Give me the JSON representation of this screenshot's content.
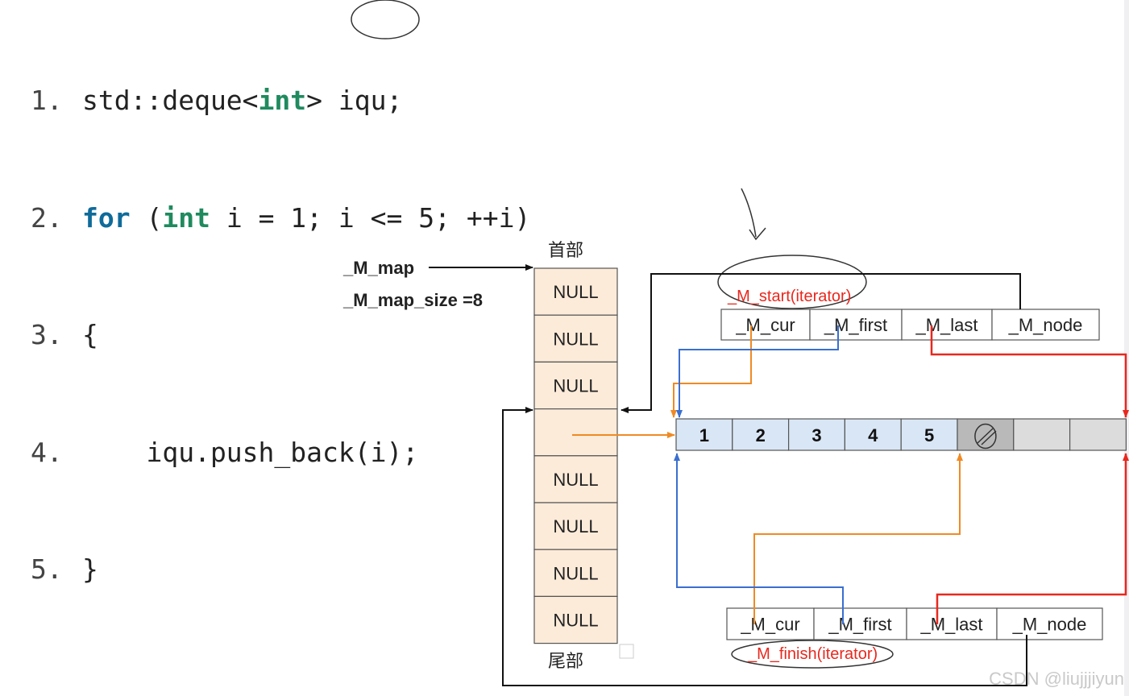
{
  "code": {
    "lines": [
      {
        "num": "1.",
        "parts": [
          {
            "t": "std::deque<",
            "c": ""
          },
          {
            "t": "int",
            "c": "ty"
          },
          {
            "t": "> iqu;",
            "c": ""
          }
        ]
      },
      {
        "num": "2.",
        "parts": [
          {
            "t": "for",
            "c": "kw"
          },
          {
            "t": " (",
            "c": ""
          },
          {
            "t": "int",
            "c": "ty"
          },
          {
            "t": " i = 1; i <= 5; ++i)",
            "c": ""
          }
        ]
      },
      {
        "num": "3.",
        "parts": [
          {
            "t": "{",
            "c": ""
          }
        ]
      },
      {
        "num": "4.",
        "parts": [
          {
            "t": "    iqu.push_back(i);",
            "c": ""
          }
        ]
      },
      {
        "num": "5.",
        "parts": [
          {
            "t": "}",
            "c": ""
          }
        ]
      }
    ]
  },
  "diagram": {
    "map_label": "_M_map",
    "map_size_label": "_M_map_size =8",
    "head_label": "首部",
    "tail_label": "尾部",
    "map_slots": [
      "NULL",
      "NULL",
      "NULL",
      "",
      "NULL",
      "NULL",
      "NULL",
      "NULL"
    ],
    "start_label": "_M_start(iterator)",
    "finish_label": "_M_finish(iterator)",
    "iterator_fields": [
      "_M_cur",
      "_M_first",
      "_M_last",
      "_M_node"
    ],
    "buffer_cells": [
      "1",
      "2",
      "3",
      "4",
      "5",
      "",
      "",
      ""
    ],
    "colors": {
      "cur": "#f08a24",
      "first": "#3a6fd0",
      "last": "#e8281e",
      "node": "#111111",
      "annot": "#e8281e"
    }
  },
  "watermark": "CSDN @liujjjiyun"
}
